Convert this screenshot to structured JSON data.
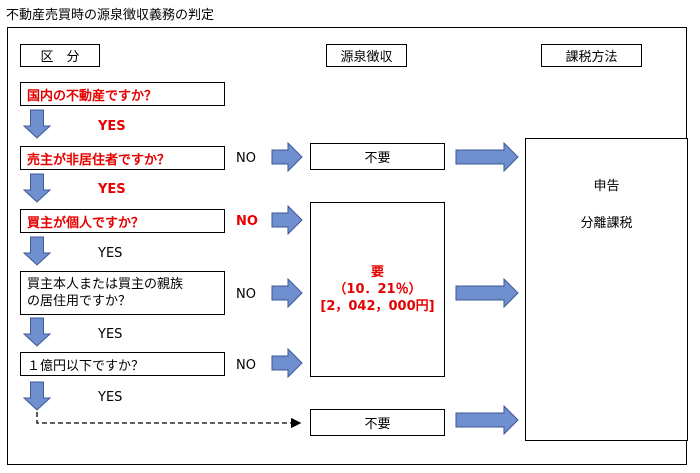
{
  "title": "不動産売買時の源泉徴収義務の判定",
  "headers": {
    "kubun": "区　分",
    "gensen": "源泉徴収",
    "kazei": "課税方法"
  },
  "questions": [
    "国内の不動産ですか？",
    "売主が非居住者ですか？",
    "買主が個人ですか？",
    "買主本人または買主の親族の居住用ですか？",
    "１億円以下ですか？"
  ],
  "question4_lines": [
    "買主本人または買主の親族",
    "の居住用ですか？"
  ],
  "yes_labels": [
    "YES",
    "YES",
    "YES",
    "YES",
    "YES"
  ],
  "no_labels": [
    "NO",
    "NO",
    "NO",
    "NO"
  ],
  "results": {
    "fuyo_1": "不要",
    "yo": "要",
    "rate": "（10．21％）",
    "amount": "[2，042，000円]",
    "fuyo_2": "不要"
  },
  "taxation": {
    "line1": "申告",
    "line2": "分離課税"
  },
  "colors": {
    "arrow_fill": "#6f8fcf",
    "arrow_stroke": "#3d5a99",
    "emphasis": "#e60000"
  }
}
